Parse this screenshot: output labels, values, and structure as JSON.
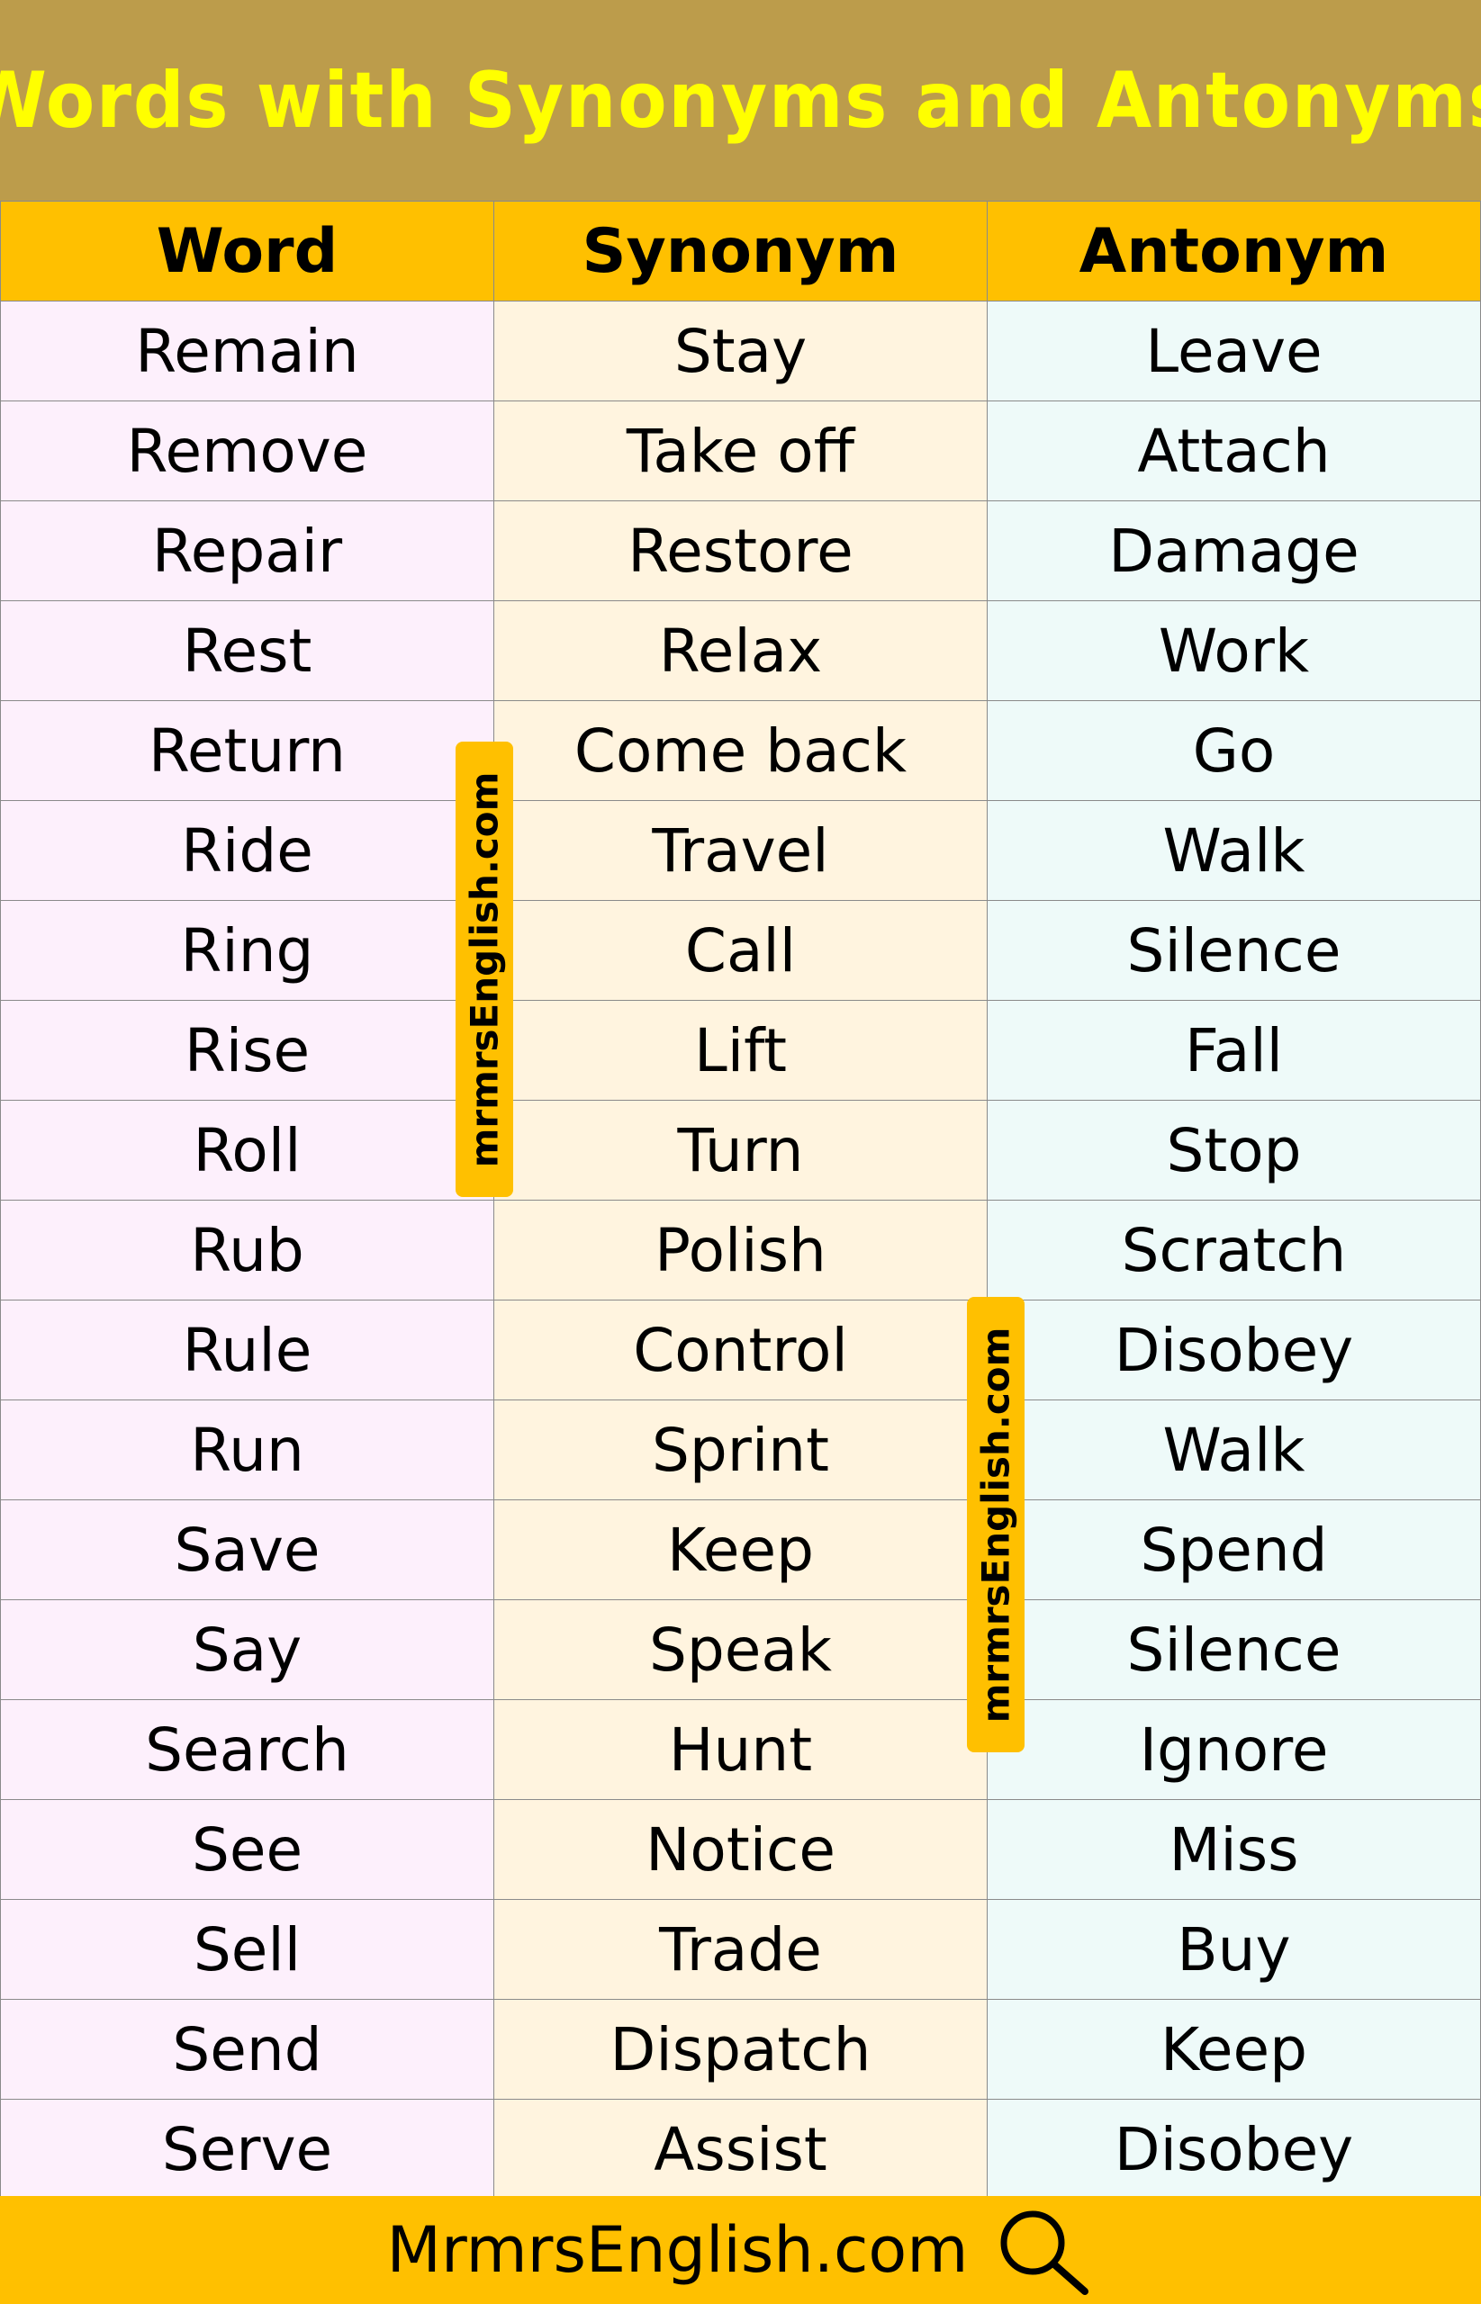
{
  "title": "Words with Synonyms and Antonyms",
  "headers": [
    "Word",
    "Synonym",
    "Antonym"
  ],
  "rows": [
    [
      "Remain",
      "Stay",
      "Leave"
    ],
    [
      "Remove",
      "Take off",
      "Attach"
    ],
    [
      "Repair",
      "Restore",
      "Damage"
    ],
    [
      "Rest",
      "Relax",
      "Work"
    ],
    [
      "Return",
      "Come back",
      "Go"
    ],
    [
      "Ride",
      "Travel",
      "Walk"
    ],
    [
      "Ring",
      "Call",
      "Silence"
    ],
    [
      "Rise",
      "Lift",
      "Fall"
    ],
    [
      "Roll",
      "Turn",
      "Stop"
    ],
    [
      "Rub",
      "Polish",
      "Scratch"
    ],
    [
      "Rule",
      "Control",
      "Disobey"
    ],
    [
      "Run",
      "Sprint",
      "Walk"
    ],
    [
      "Save",
      "Keep",
      "Spend"
    ],
    [
      "Say",
      "Speak",
      "Silence"
    ],
    [
      "Search",
      "Hunt",
      "Ignore"
    ],
    [
      "See",
      "Notice",
      "Miss"
    ],
    [
      "Sell",
      "Trade",
      "Buy"
    ],
    [
      "Send",
      "Dispatch",
      "Keep"
    ],
    [
      "Serve",
      "Assist",
      "Disobey"
    ]
  ],
  "watermark": "mrmrsEnglish.com",
  "footer": {
    "text": "MrmrsEnglish.com",
    "icon": "search-icon"
  },
  "colors": {
    "title_bg": "#BC9C4B",
    "title_text": "#FFFF00",
    "header_bg": "#FFC000",
    "col_word": "#FDF0FC",
    "col_synonym": "#FFF4DF",
    "col_antonym": "#EEFAF9"
  }
}
